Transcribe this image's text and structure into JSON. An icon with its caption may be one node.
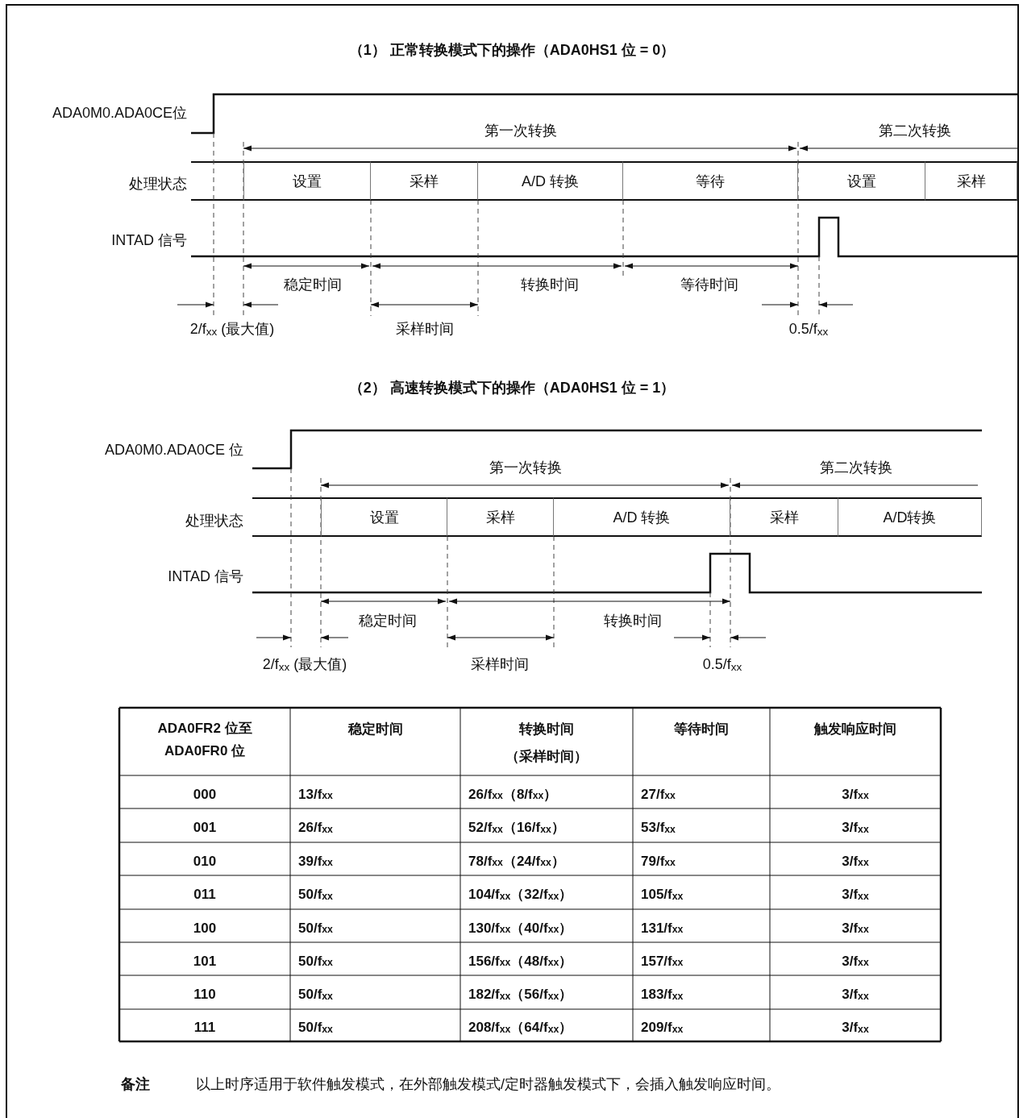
{
  "diagram": {
    "nodes": [
      {
        "text": [
          "设置"
        ]
      },
      {
        "text": [
          "采样"
        ]
      },
      {
        "text": [
          "A/D 转换"
        ]
      },
      {
        "text": [
          "等待"
        ]
      },
      {
        "text": [
          "设置"
        ]
      },
      {
        "text": [
          "采样"
        ]
      },
      {
        "text": [
          "设置"
        ]
      },
      {
        "text": [
          "采样"
        ]
      },
      {
        "text": [
          "A/D 转换"
        ]
      },
      {
        "text": [
          "采样"
        ]
      },
      {
        "text": [
          "A/D转换"
        ]
      }
    ],
    "labels": [
      "（1） 正常转换模式下的操作（ADA0HS1 位 = 0）",
      "ADA0M0.ADA0CE位",
      "第一次转换",
      "第二次转换",
      "处理状态",
      "INTAD 信号",
      "稳定时间",
      "转换时间",
      "等待时间",
      "2/f$_{xx}$ (最大值)",
      "采样时间",
      "0.5/f$_{xx}$",
      "（2） 高速转换模式下的操作（ADA0HS1 位 = 1）",
      "ADA0M0.ADA0CE 位",
      "第一次转换",
      "第二次转换",
      "处理状态",
      "INTAD 信号",
      "稳定时间",
      "转换时间",
      "2/f$_{xx}$ (最大值)",
      "采样时间",
      "0.5/f$_{xx}$",
      "ADA0FR2 位至 ADA0FR0 位",
      "稳定时间",
      "转换时间（采样时间）",
      "等待时间",
      "触发响应时间",
      "000",
      "13/f$_{xx}$",
      "26/f$_{xx}$（8/f$_{xx}$）",
      "27/f$_{xx}$",
      "3/f$_{xx}$",
      "001",
      "26/f$_{xx}$",
      "52/f$_{xx}$（16/f$_{xx}$）",
      "53/f$_{xx}$",
      "3/f$_{xx}$",
      "010",
      "39/f$_{xx}$",
      "78/f$_{xx}$（24/f$_{xx}$）",
      "79/f$_{xx}$",
      "3/f$_{xx}$",
      "011",
      "50/f$_{xx}$",
      "104/f$_{xx}$（32/f$_{xx}$）",
      "105/f$_{xx}$",
      "3/f$_{xx}$",
      "100",
      "50/f$_{xx}$",
      "130/f$_{xx}$（40/f$_{xx}$）",
      "131/f$_{xx}$",
      "3/f$_{xx}$",
      "101",
      "50/f$_{xx}$",
      "156/f$_{xx}$（48/f$_{xx}$）",
      "157/f$_{xx}$",
      "3/f$_{xx}$",
      "110",
      "50/f$_{xx}$",
      "182/f$_{xx}$（56/f$_{xx}$）",
      "183/f$_{xx}$",
      "3/f$_{xx}$",
      "111",
      "50/f$_{xx}$",
      "208/f$_{xx}$（64/f$_{xx}$）",
      "209/f$_{xx}$",
      "3/f$_{xx}$",
      "备注",
      "以上时序适用于软件触发模式，在外部触发模式/定时器触发模式下，会插入触发响应时间。"
    ]
  }
}
